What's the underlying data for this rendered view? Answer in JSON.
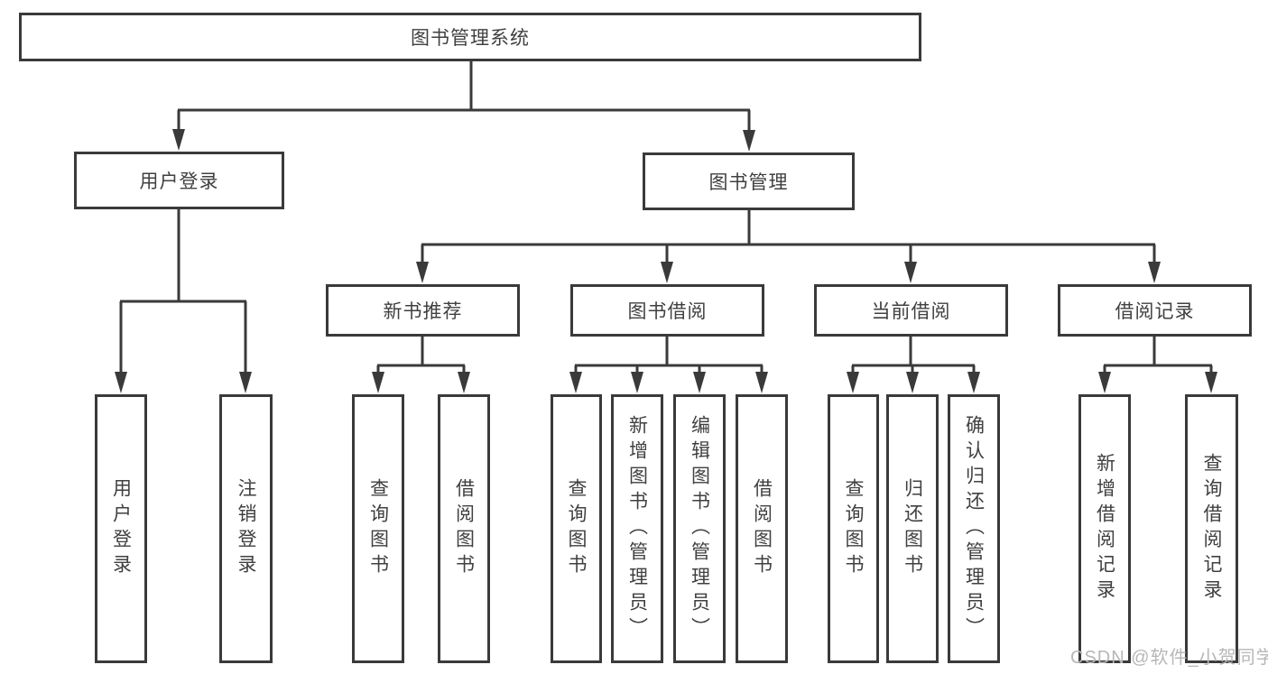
{
  "diagram": {
    "root": "图书管理系统",
    "level1": {
      "user_login": "用户登录",
      "book_management": "图书管理"
    },
    "level2": {
      "new_books": "新书推荐",
      "book_borrowing": "图书借阅",
      "current_borrowing": "当前借阅",
      "borrowing_records": "借阅记录"
    },
    "leaves": {
      "user_login": "用户登录",
      "logout": "注销登录",
      "nb_query_books": "查询图书",
      "nb_borrow_books": "借阅图书",
      "bb_query_books": "查询图书",
      "bb_add_books": "新增图书（管理员）",
      "bb_edit_books": "编辑图书（管理员）",
      "bb_borrow_books": "借阅图书",
      "cb_query_books": "查询图书",
      "cb_return_books": "归还图书",
      "cb_confirm_return": "确认归还（管理员）",
      "br_add_record": "新增借阅记录",
      "br_query_record": "查询借阅记录"
    }
  },
  "watermark": "CSDN @软件_小贺同学",
  "colors": {
    "line": "#3a3a3a",
    "text": "#404040",
    "watermark": "#b7b7b7",
    "background": "#ffffff"
  }
}
